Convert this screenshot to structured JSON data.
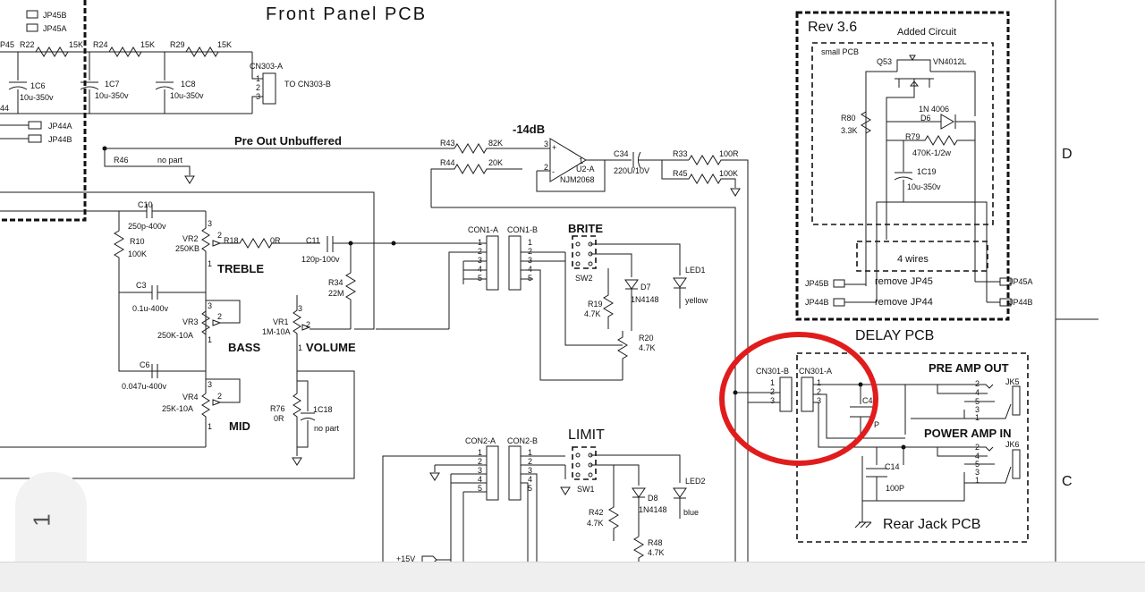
{
  "titles": {
    "front_panel": "Front Panel PCB",
    "pre_out": "Pre Out Unbuffered",
    "minus14": "-14dB",
    "rev": "Rev 3.6",
    "added": "Added Circuit",
    "small_pcb": "small PCB",
    "delay_pcb": "DELAY PCB",
    "rear_jack": "Rear Jack PCB",
    "pre_amp_out": "PRE AMP OUT",
    "power_amp_in": "POWER AMP IN",
    "four_wires": "4 wires",
    "remove_jp45": "remove JP45",
    "remove_jp44": "remove JP44",
    "brite": "BRITE",
    "limit": "LIMIT",
    "treble": "TREBLE",
    "bass": "BASS",
    "mid": "MID",
    "volume": "VOLUME",
    "to_cn303b": "TO CN303-B"
  },
  "zones": {
    "d": "D",
    "c": "C"
  },
  "page_indicator": "1",
  "labels": {
    "jp45b": "JP45B",
    "jp45a": "JP45A",
    "p45": "P45",
    "r22": "R22",
    "r22v": "15K",
    "r24": "R24",
    "r24v": "15K",
    "r29": "R29",
    "r29v": "15K",
    "cn303a": "CN303-A",
    "c6": "1C6",
    "c6v": "10u-350v",
    "c7": "1C7",
    "c7v": "10u-350v",
    "c8": "1C8",
    "c8v": "10u-350v",
    "p44": "44",
    "jp44a": "JP44A",
    "jp44b": "JP44B",
    "r46": "R46",
    "r46v": "no part",
    "r43": "R43",
    "r43v": "82K",
    "r44": "R44",
    "r44v": "20K",
    "u2a": "U2-A",
    "u2v": "NJM2068",
    "c34": "C34",
    "c34v": "220U/10V",
    "r33": "R33",
    "r33v": "100R",
    "r45": "R45",
    "r45v": "100K",
    "c10": "C10",
    "c10v": "250p-400v",
    "r10": "R10",
    "r10v": "100K",
    "vr2": "VR2",
    "vr2v": "250KB",
    "r18": "R18",
    "r18v": "0R",
    "c11": "C11",
    "c11v": "120p-100v",
    "r34": "R34",
    "r34v": "22M",
    "c3": "C3",
    "c3v": "0.1u-400v",
    "vr3": "VR3",
    "vr3v": "250K-10A",
    "vr1": "VR1",
    "vr1v": "1M-10A",
    "c6b": "C6",
    "c6bv": "0.047u-400v",
    "vr4": "VR4",
    "vr4v": "25K-10A",
    "r76": "R76",
    "r76v": "0R",
    "c18": "1C18",
    "c18v": "no part",
    "con1a": "CON1-A",
    "con1b": "CON1-B",
    "sw2": "SW2",
    "d7": "D7",
    "d7v": "1N4148",
    "led1": "LED1",
    "led1v": "yellow",
    "r19": "R19",
    "r19v": "4.7K",
    "r20": "R20",
    "r20v": "4.7K",
    "con2a": "CON2-A",
    "con2b": "CON2-B",
    "sw1": "SW1",
    "d8": "D8",
    "d8v": "1N4148",
    "led2": "LED2",
    "led2v": "blue",
    "r42": "R42",
    "r42v": "4.7K",
    "r48": "R48",
    "r48v": "4.7K",
    "p15v": "+15V",
    "q53": "Q53",
    "vn4012l": "VN4012L",
    "r80": "R80",
    "r80v": "3.3K",
    "d6": "D6",
    "d6v": "1N 4006",
    "r79": "R79",
    "r79v": "470K-1/2w",
    "c19": "1C19",
    "c19v": "10u-350v",
    "jp45b2": "JP45B",
    "jp45a2": "JP45A",
    "jp44b2": "JP44B",
    "jp44b3": "JP44B",
    "cn301b": "CN301-B",
    "cn301a": "CN301-A",
    "c4": "C4",
    "c4v": "P",
    "jk5": "JK5",
    "jk6": "JK6",
    "c14": "C14",
    "c14v": "100P"
  }
}
